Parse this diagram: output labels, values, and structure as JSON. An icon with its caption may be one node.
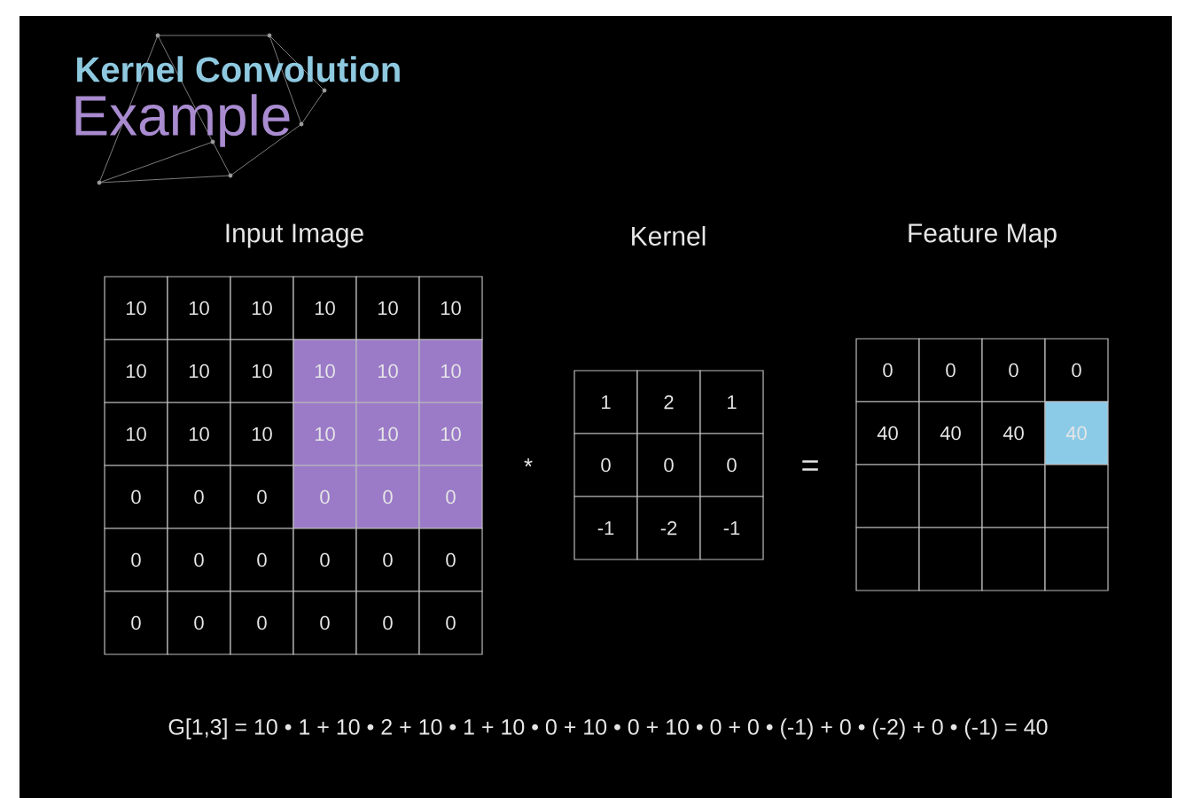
{
  "diagram": {
    "title": "Kernel Convolution",
    "labels": [
      "Example",
      "Input Image",
      "Kernel",
      "Feature Map",
      "10",
      "10",
      "10",
      "10",
      "10",
      "10",
      "10",
      "10",
      "10",
      "10",
      "10",
      "10",
      "10",
      "10",
      "10",
      "10",
      "10",
      "10",
      "0",
      "0",
      "0",
      "0",
      "0",
      "0",
      "0",
      "0",
      "0",
      "0",
      "0",
      "0",
      "0",
      "0",
      "0",
      "0",
      "0",
      "0",
      "*",
      "1",
      "2",
      "1",
      "0",
      "0",
      "0",
      "-1",
      "-2",
      "-1",
      "=",
      "0",
      "0",
      "0",
      "0",
      "40",
      "40",
      "40",
      "40",
      "G[1,3] = 10 • 1 + 10 • 2 + 10 • 1 + 10 • 0 + 10 • 0 + 10 • 0 + 0 • (-1) + 0 • (-2) + 0 • (-1) = 40"
    ]
  }
}
